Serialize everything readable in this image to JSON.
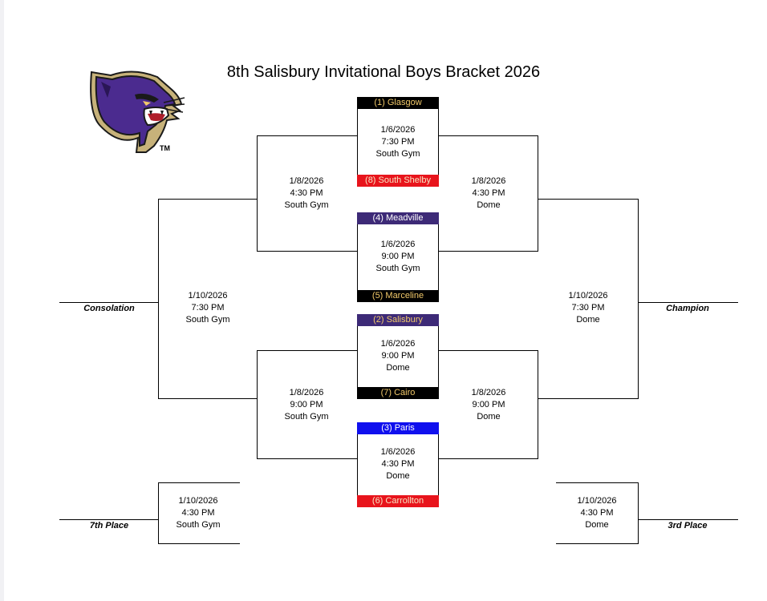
{
  "title": "8th Salisbury Invitational Boys Bracket 2026",
  "logo": {
    "icon": "panther-head-icon",
    "trademark": "TM"
  },
  "colors": {
    "black": "#000000",
    "red": "#e8141c",
    "purple": "#3d2a77",
    "blue": "#1010ee",
    "gold": "#f2c96a"
  },
  "first_round": [
    {
      "top": "(1) Glasgow",
      "bottom": "(8) South Shelby",
      "date": "1/6/2026",
      "time": "7:30 PM",
      "site": "South Gym"
    },
    {
      "top": "(4) Meadville",
      "bottom": "(5) Marceline",
      "date": "1/6/2026",
      "time": "9:00 PM",
      "site": "South Gym"
    },
    {
      "top": "(2) Salisbury",
      "bottom": "(7) Cairo",
      "date": "1/6/2026",
      "time": "9:00 PM",
      "site": "Dome"
    },
    {
      "top": "(3) Paris",
      "bottom": "(6) Carrollton",
      "date": "1/6/2026",
      "time": "4:30 PM",
      "site": "Dome"
    }
  ],
  "semis": {
    "consolation_top": {
      "date": "1/8/2026",
      "time": "4:30 PM",
      "site": "South Gym"
    },
    "winners_top": {
      "date": "1/8/2026",
      "time": "4:30 PM",
      "site": "Dome"
    },
    "consolation_bottom": {
      "date": "1/8/2026",
      "time": "9:00 PM",
      "site": "South Gym"
    },
    "winners_bottom": {
      "date": "1/8/2026",
      "time": "9:00 PM",
      "site": "Dome"
    }
  },
  "finals": {
    "consolation": {
      "date": "1/10/2026",
      "time": "7:30 PM",
      "site": "South Gym",
      "label": "Consolation"
    },
    "champion": {
      "date": "1/10/2026",
      "time": "7:30 PM",
      "site": "Dome",
      "label": "Champion"
    },
    "seventh": {
      "date": "1/10/2026",
      "time": "4:30 PM",
      "site": "South Gym",
      "label": "7th Place"
    },
    "third": {
      "date": "1/10/2026",
      "time": "4:30 PM",
      "site": "Dome",
      "label": "3rd Place"
    }
  }
}
